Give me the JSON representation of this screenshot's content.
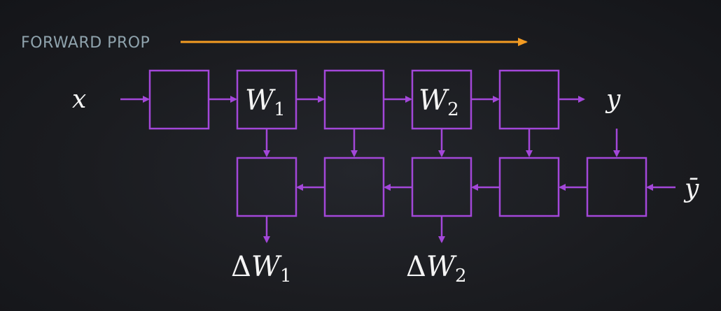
{
  "forward_label": "FORWARD PROP",
  "colors": {
    "forward_arrow": "#f39b22",
    "diagram_stroke": "#a347d9",
    "text": "#f4f4f4",
    "label": "#8fa3ad"
  },
  "forward_row": {
    "input": "x",
    "output": "y",
    "boxes": [
      "",
      "W",
      "",
      "W",
      ""
    ],
    "subscripts": [
      "",
      "1",
      "",
      "2",
      ""
    ]
  },
  "backward_row": {
    "target": "ȳ",
    "outputs": [
      {
        "delta": "Δ",
        "symbol": "W",
        "subscript": "1"
      },
      {
        "delta": "Δ",
        "symbol": "W",
        "subscript": "2"
      }
    ]
  }
}
